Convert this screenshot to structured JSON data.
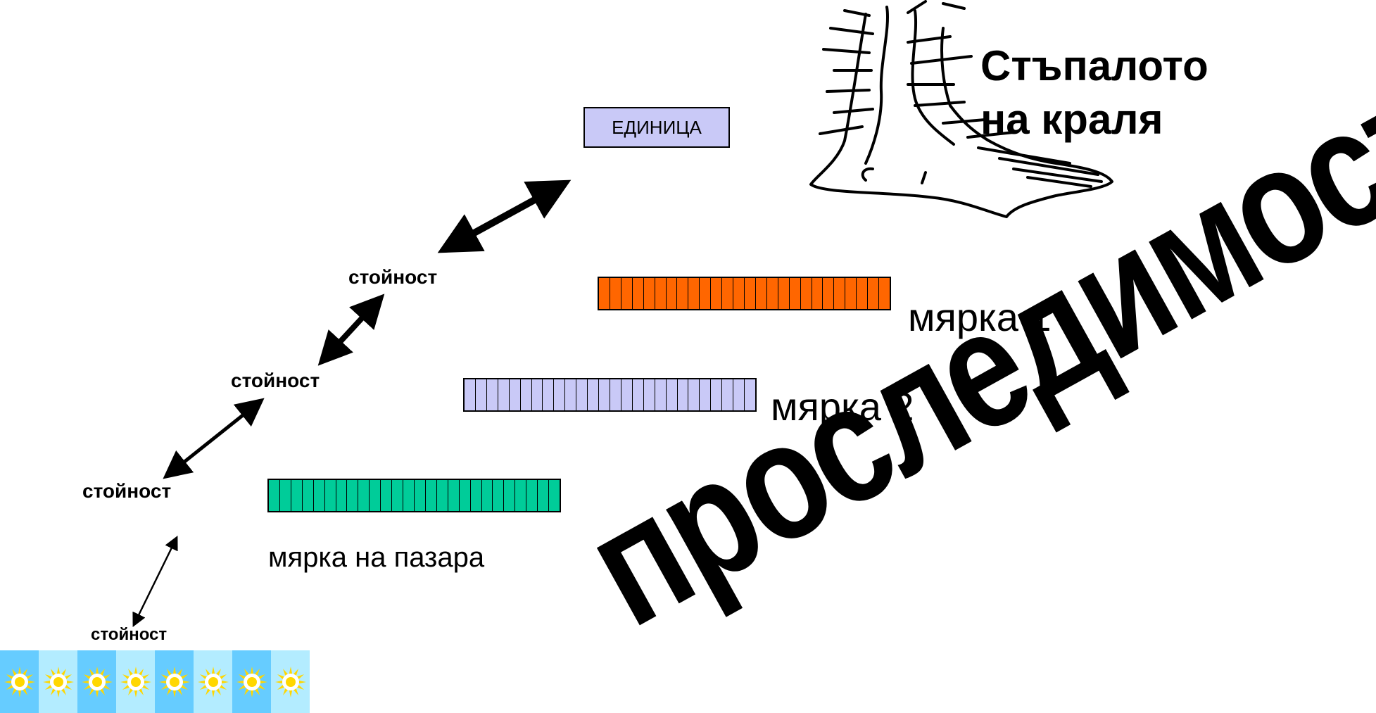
{
  "unit_box": {
    "label": "ЕДИНИЦА"
  },
  "king": {
    "line1": "Стъпалото",
    "line2": "на краля"
  },
  "value_labels": [
    "стойност",
    "стойност",
    "стойност",
    "стойност"
  ],
  "measures": [
    {
      "label": "мярка 1",
      "color": "#ff6600",
      "segments": 26
    },
    {
      "label": "мярка 2",
      "color": "#c9c9f7",
      "segments": 26
    },
    {
      "label": "мярка на пазара",
      "color": "#00cc99",
      "segments": 26
    }
  ],
  "watermark": "проследимост",
  "strip": {
    "tiles": 8,
    "light_color": "#b3ecff",
    "dark_color": "#66ccff",
    "sun_color": "#ffd700"
  }
}
